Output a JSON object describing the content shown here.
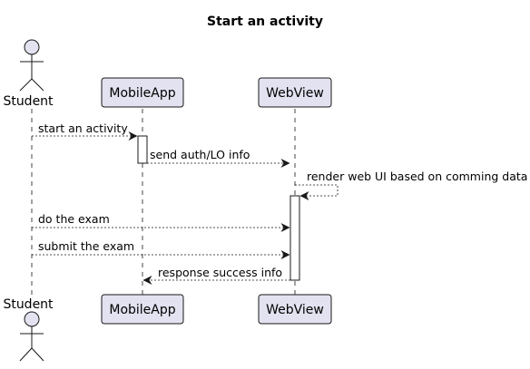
{
  "title": "Start an activity",
  "participants": [
    {
      "id": "student",
      "label": "Student",
      "kind": "actor"
    },
    {
      "id": "mobileapp",
      "label": "MobileApp",
      "kind": "participant"
    },
    {
      "id": "webview",
      "label": "WebView",
      "kind": "participant"
    }
  ],
  "messages": [
    {
      "from": "student",
      "to": "mobileapp",
      "label": "start an activity"
    },
    {
      "from": "mobileapp",
      "to": "webview",
      "label": "send auth/LO info"
    },
    {
      "from": "webview",
      "to": "webview",
      "label": "render web UI based on comming data"
    },
    {
      "from": "student",
      "to": "webview",
      "label": "do the exam"
    },
    {
      "from": "student",
      "to": "webview",
      "label": "submit the exam"
    },
    {
      "from": "webview",
      "to": "mobileapp",
      "label": "response success info"
    }
  ],
  "colors": {
    "participant_fill": "#E2E2F0",
    "participant_stroke": "#181818",
    "line": "#181818",
    "activation_fill": "#ffffff"
  }
}
